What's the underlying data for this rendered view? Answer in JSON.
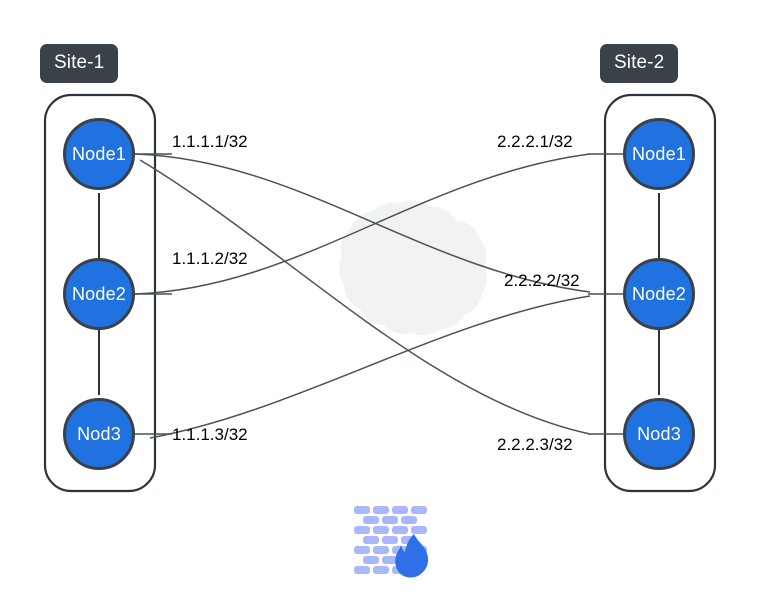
{
  "diagram": {
    "title_hidden": "",
    "background": "#ffffff",
    "sites": [
      {
        "id": "site-1",
        "label": "Site-1",
        "side": "left",
        "nodes": [
          {
            "id": "node-l1",
            "label": "Node1",
            "ip_label": "1.1.1.1/32"
          },
          {
            "id": "node-l2",
            "label": "Node2",
            "ip_label": "1.1.1.2/32"
          },
          {
            "id": "node-l3",
            "label": "Nod3",
            "ip_label": "1.1.1.3/32"
          }
        ]
      },
      {
        "id": "site-2",
        "label": "Site-2",
        "side": "right",
        "nodes": [
          {
            "id": "node-r1",
            "label": "Node1",
            "ip_label": "2.2.2.1/32"
          },
          {
            "id": "node-r2",
            "label": "Node2",
            "ip_label": "2.2.2.2/32"
          },
          {
            "id": "node-r3",
            "label": "Nod3",
            "ip_label": "2.2.2.3/32"
          }
        ]
      }
    ],
    "cloud": {
      "name": "network-cloud",
      "label": "",
      "fill": "#f1f2f2"
    },
    "firewall": {
      "name": "firewall-icon",
      "label": "",
      "brick_color": "#aab8fb",
      "flame_color": "#2f6fe8"
    },
    "links": [
      {
        "from": "node-l1",
        "to": "node-r2",
        "label": ""
      },
      {
        "from": "node-l2",
        "to": "node-r1",
        "label": ""
      },
      {
        "from": "node-l3",
        "to": "node-r2",
        "label": ""
      },
      {
        "from": "node-l1",
        "to": "node-r3",
        "label": ""
      }
    ],
    "colors": {
      "node_fill": "#1f72e0",
      "node_stroke": "#3a4149",
      "chip_bg": "#3a4149",
      "chip_text": "#ffffff",
      "container_stroke": "#2c333b",
      "link_stroke": "#4a5159",
      "cloud_fill": "#f1f2f2"
    }
  }
}
